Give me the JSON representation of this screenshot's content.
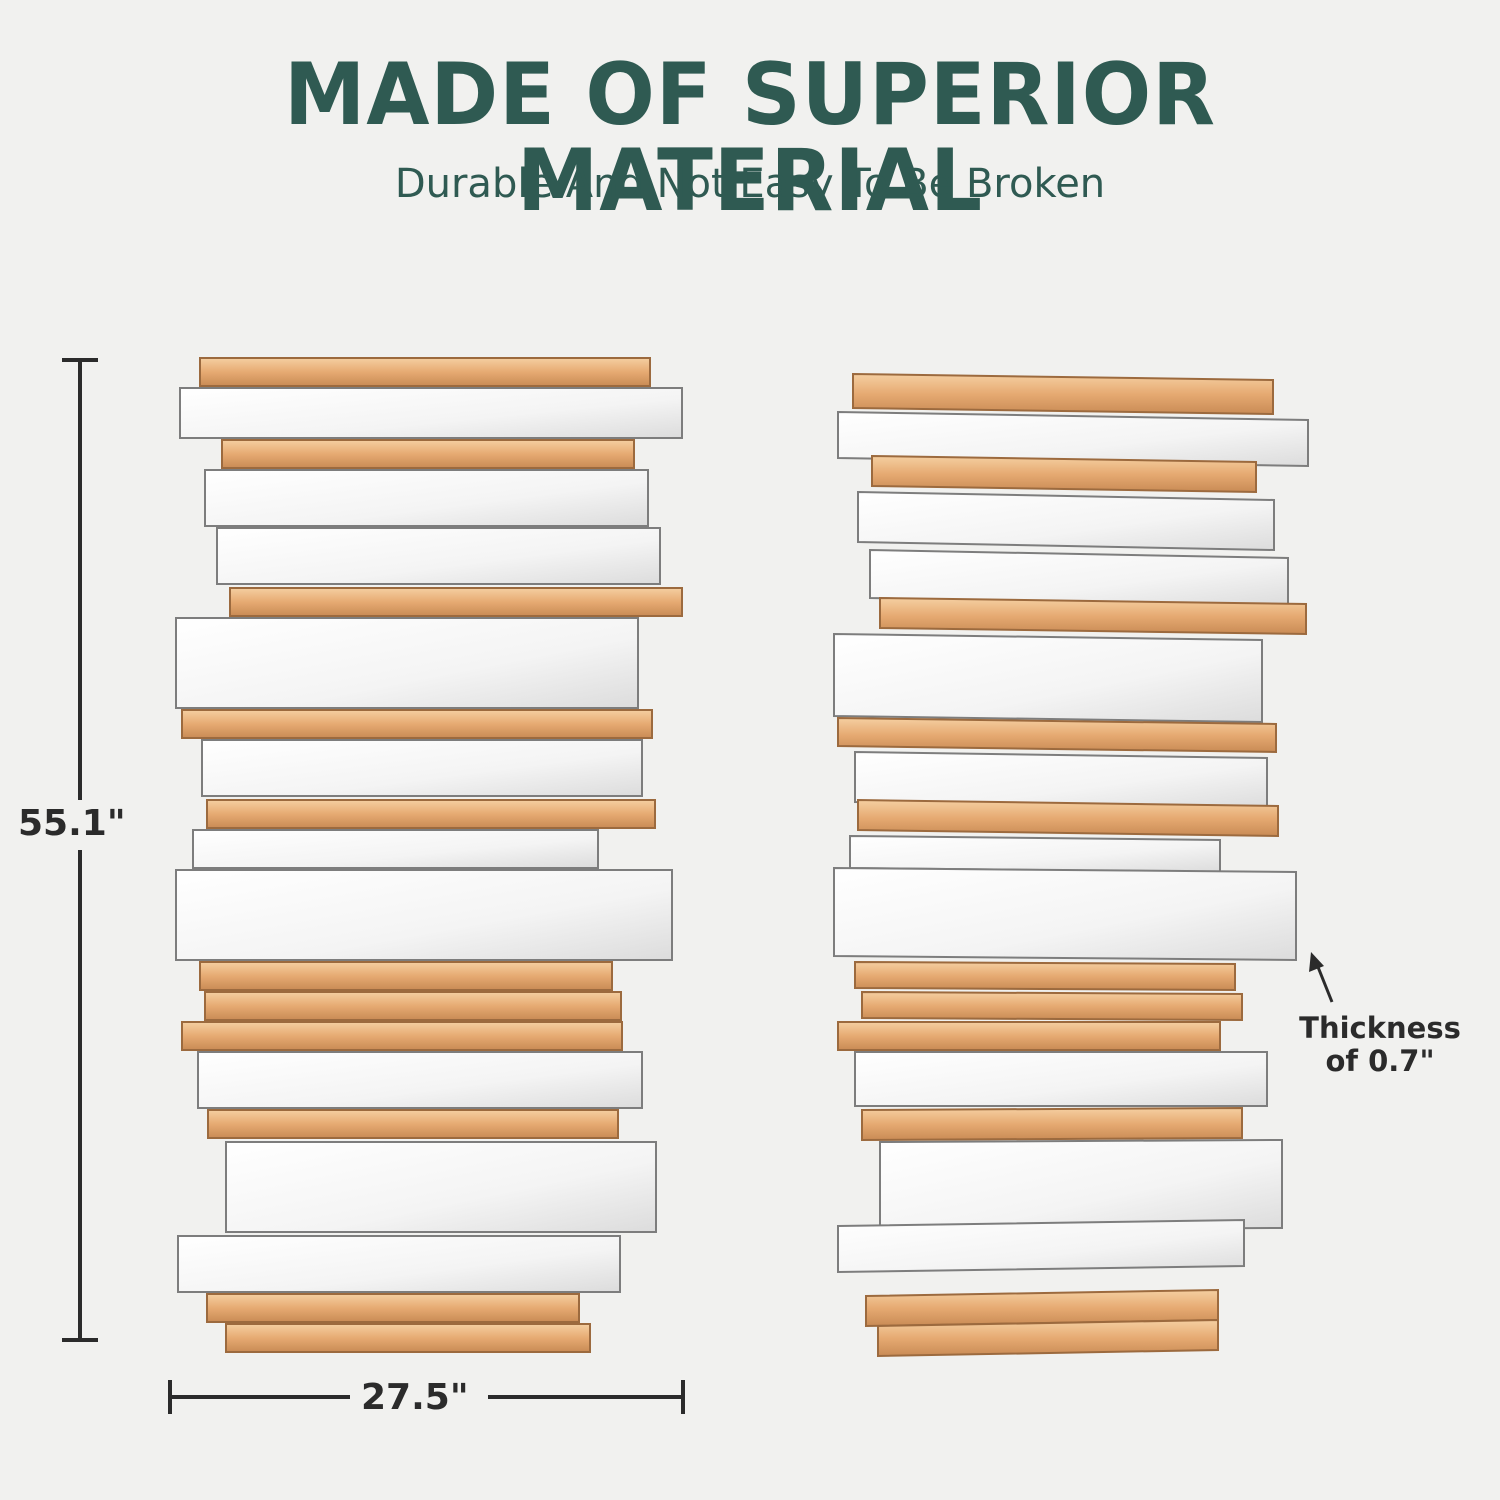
{
  "headline": "MADE OF SUPERIOR MATERIAL",
  "subheadline": "Durable And Not Easy To Be Broken",
  "dimensions": {
    "height": "55.1\"",
    "width": "27.5\""
  },
  "callout": {
    "line1": "Thickness",
    "line2": "of 0.7\""
  },
  "colors": {
    "headline": "#2f5a52",
    "gold_mirror": "#e8b07a",
    "silver_mirror": "#f6f6f6",
    "background": "#f1f1ef"
  },
  "products": [
    {
      "view": "front",
      "description_icon": "stacked-mirror-front"
    },
    {
      "view": "angled",
      "description_icon": "stacked-mirror-angled"
    }
  ]
}
